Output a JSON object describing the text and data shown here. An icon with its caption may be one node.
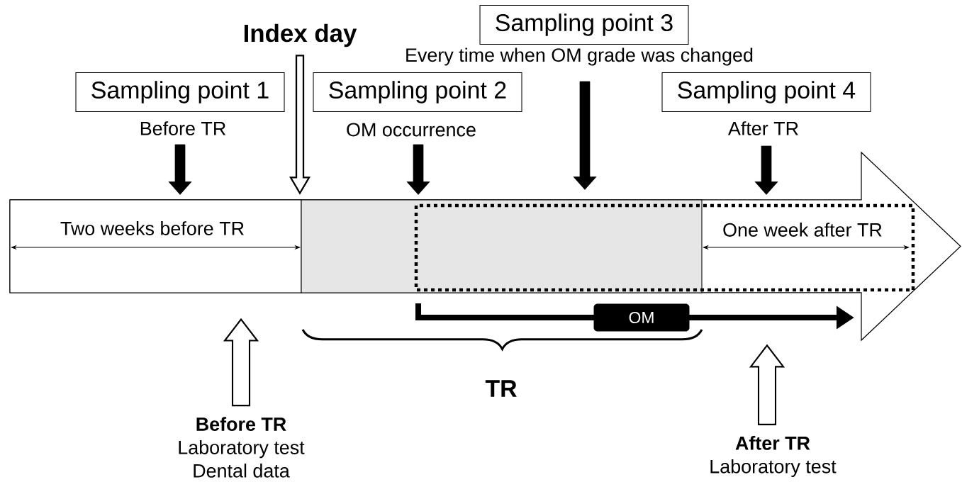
{
  "diagram": {
    "nodes": [
      {
        "text": [
          "Sampling point 1"
        ],
        "beside": [
          "Before TR"
        ]
      },
      {
        "text": [
          "Sampling point 2"
        ],
        "beside": [
          "OM occurrence"
        ]
      },
      {
        "text": [
          "Sampling point 3"
        ],
        "beside": [
          "Every time when OM grade was changed"
        ]
      },
      {
        "text": [
          "Sampling point 4"
        ],
        "beside": [
          "After TR"
        ]
      },
      {
        "text": [
          "Index day"
        ]
      },
      {
        "text": [],
        "shape": "arrow"
      },
      {
        "text": [
          "Two weeks before TR"
        ],
        "in": 5
      },
      {
        "text": [],
        "shape": "box",
        "in": 5
      },
      {
        "text": [
          "One week after TR"
        ],
        "in": 5
      },
      {
        "text": [
          "OM"
        ]
      },
      {
        "text": [
          "Before TR",
          "Laboratory test",
          "Dental data"
        ]
      },
      {
        "text": [
          "After TR",
          "Laboratory test"
        ]
      }
    ],
    "edges": [
      {
        "from": 0,
        "to": 6,
        "arrow": "to"
      },
      {
        "from": 4,
        "to": 7,
        "arrow": "to"
      },
      {
        "from": 1,
        "to": 7,
        "arrow": "to"
      },
      {
        "from": 2,
        "to": 7,
        "arrow": "to"
      },
      {
        "from": 3,
        "to": 8,
        "arrow": "to"
      },
      {
        "from": 10,
        "to": 6,
        "arrow": "to"
      },
      {
        "from": 11,
        "to": 5,
        "arrow": "to"
      }
    ],
    "labels": [
      "TR"
    ]
  }
}
